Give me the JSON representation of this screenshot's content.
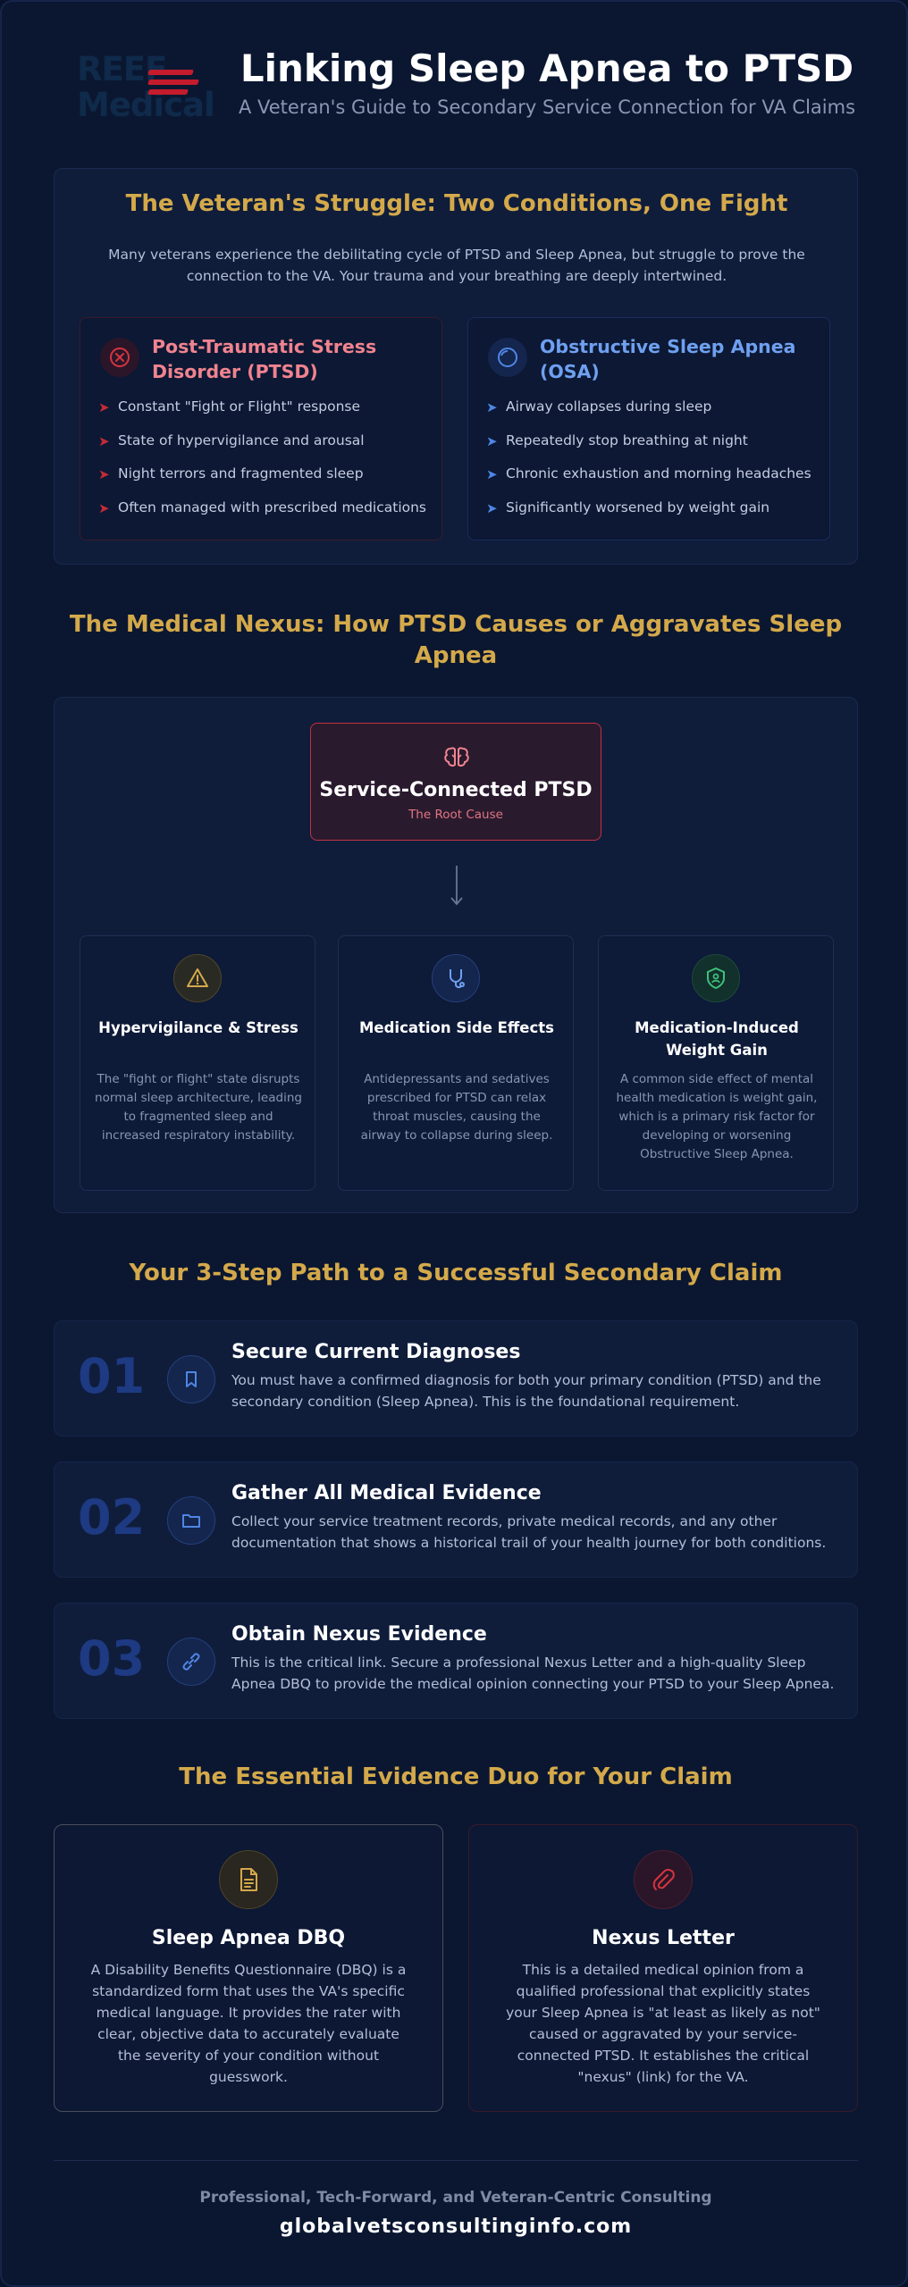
{
  "header": {
    "logo_text": "REEF Medical",
    "title": "Linking Sleep Apnea to PTSD",
    "subtitle": "A Veteran's Guide to Secondary Service Connection for VA Claims"
  },
  "struggle": {
    "title": "The Veteran's Struggle: Two Conditions, One Fight",
    "intro": "Many veterans experience the debilitating cycle of PTSD and Sleep Apnea, but struggle to prove the connection to the VA. Your trauma and your breathing are deeply intertwined.",
    "ptsd": {
      "title": "Post-Traumatic Stress Disorder (PTSD)",
      "icon": "x-circle-icon",
      "items": [
        "Constant \"Fight or Flight\" response",
        "State of hypervigilance and arousal",
        "Night terrors and fragmented sleep",
        "Often managed with prescribed medications"
      ]
    },
    "osa": {
      "title": "Obstructive Sleep Apnea (OSA)",
      "icon": "circle-icon",
      "items": [
        "Airway collapses during sleep",
        "Repeatedly stop breathing at night",
        "Chronic exhaustion and morning headaches",
        "Significantly worsened by weight gain"
      ]
    }
  },
  "nexus": {
    "title": "The Medical Nexus: How PTSD Causes or Aggravates Sleep Apnea",
    "root": {
      "title": "Service-Connected PTSD",
      "subtitle": "The Root Cause",
      "icon": "brain-icon"
    },
    "factors": [
      {
        "title": "Hypervigilance & Stress",
        "text": "The \"fight or flight\" state disrupts normal sleep architecture, leading to fragmented sleep and increased respiratory instability.",
        "icon": "warning-icon"
      },
      {
        "title": "Medication Side Effects",
        "text": "Antidepressants and sedatives prescribed for PTSD can relax throat muscles, causing the airway to collapse during sleep.",
        "icon": "stethoscope-icon"
      },
      {
        "title": "Medication-Induced Weight Gain",
        "text": "A common side effect of mental health medication is weight gain, which is a primary risk factor for developing or worsening Obstructive Sleep Apnea.",
        "icon": "shield-user-icon"
      }
    ]
  },
  "steps": {
    "title": "Your 3-Step Path to a Successful Secondary Claim",
    "items": [
      {
        "num": "01",
        "title": "Secure Current Diagnoses",
        "text": "You must have a confirmed diagnosis for both your primary condition (PTSD) and the secondary condition (Sleep Apnea). This is the foundational requirement.",
        "icon": "bookmark-icon"
      },
      {
        "num": "02",
        "title": "Gather All Medical Evidence",
        "text": "Collect your service treatment records, private medical records, and any other documentation that shows a historical trail of your health journey for both conditions.",
        "icon": "folder-icon"
      },
      {
        "num": "03",
        "title": "Obtain Nexus Evidence",
        "text": "This is the critical link. Secure a professional Nexus Letter and a high-quality Sleep Apnea DBQ to provide the medical opinion connecting your PTSD to your Sleep Apnea.",
        "icon": "link-icon"
      }
    ]
  },
  "evidence": {
    "title": "The Essential Evidence Duo for Your Claim",
    "cards": [
      {
        "title": "Sleep Apnea DBQ",
        "text": "A Disability Benefits Questionnaire (DBQ) is a standardized form that uses the VA's specific medical language. It provides the rater with clear, objective data to accurately evaluate the severity of your condition without guesswork.",
        "icon": "document-icon"
      },
      {
        "title": "Nexus Letter",
        "text": "This is a detailed medical opinion from a qualified professional that explicitly states your Sleep Apnea is \"at least as likely as not\" caused or aggravated by your service-connected PTSD. It establishes the critical \"nexus\" (link) for the VA.",
        "icon": "paperclip-icon"
      }
    ]
  },
  "footer": {
    "tagline": "Professional, Tech-Forward, and Veteran-Centric Consulting",
    "website": "globalvetsconsultinginfo.com"
  },
  "colors": {
    "gold": "#d4a94a",
    "ptsd_red": "#f0838f",
    "osa_blue": "#6fa0f0",
    "background": "#0b1731"
  }
}
